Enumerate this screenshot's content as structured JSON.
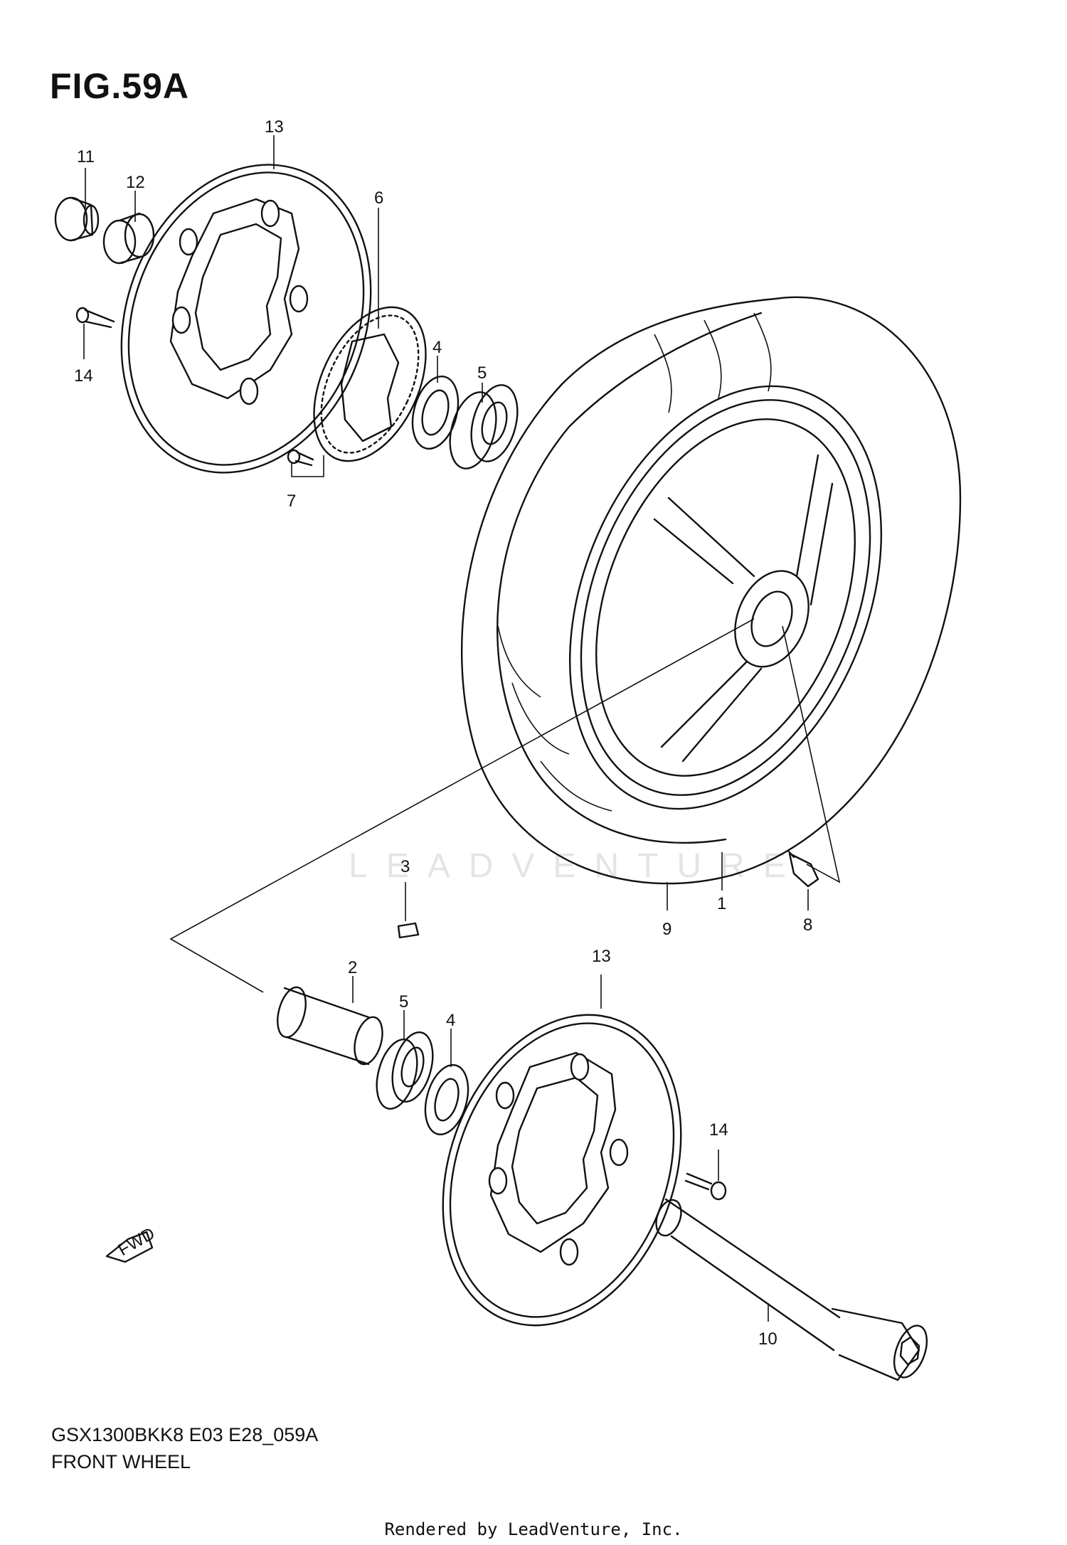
{
  "figure_title": "FIG.59A",
  "model_code": "GSX1300BKK8 E03 E28_059A",
  "diagram_name": "FRONT WHEEL",
  "footer": "Rendered by LeadVenture, Inc.",
  "watermark": "LEADVENTURE",
  "fwd_label": "FWD",
  "callouts": [
    {
      "id": "callout-13-top",
      "label": "13"
    },
    {
      "id": "callout-11",
      "label": "11"
    },
    {
      "id": "callout-12",
      "label": "12"
    },
    {
      "id": "callout-14-top",
      "label": "14"
    },
    {
      "id": "callout-6",
      "label": "6"
    },
    {
      "id": "callout-4-top",
      "label": "4"
    },
    {
      "id": "callout-5-top",
      "label": "5"
    },
    {
      "id": "callout-7",
      "label": "7"
    },
    {
      "id": "callout-3",
      "label": "3"
    },
    {
      "id": "callout-9",
      "label": "9"
    },
    {
      "id": "callout-1",
      "label": "1"
    },
    {
      "id": "callout-8",
      "label": "8"
    },
    {
      "id": "callout-2",
      "label": "2"
    },
    {
      "id": "callout-5-bottom",
      "label": "5"
    },
    {
      "id": "callout-4-bottom",
      "label": "4"
    },
    {
      "id": "callout-13-bottom",
      "label": "13"
    },
    {
      "id": "callout-14-bottom",
      "label": "14"
    },
    {
      "id": "callout-10",
      "label": "10"
    }
  ],
  "colors": {
    "ink": "#111111",
    "background": "#ffffff",
    "watermark": "#e4e4e4"
  }
}
